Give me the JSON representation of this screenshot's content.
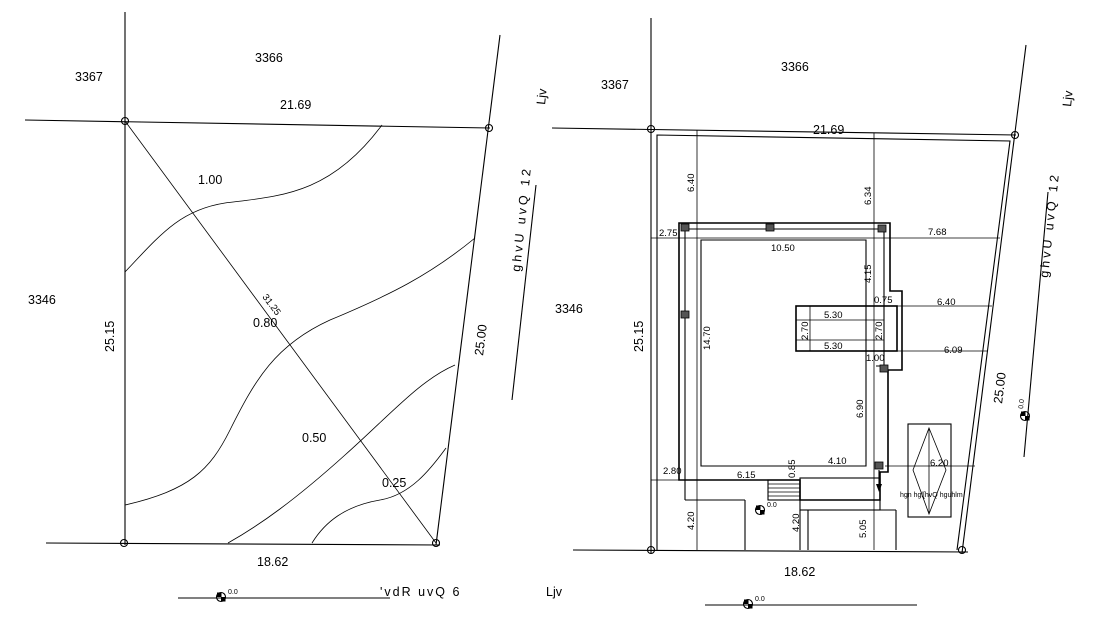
{
  "left_plan": {
    "parcel_north": "3366",
    "parcel_northwest": "3367",
    "parcel_west": "3346",
    "dim_north": "21.69",
    "dim_west": "25.15",
    "dim_east": "25.00",
    "dim_south": "18.62",
    "dim_diagonal": "31.25",
    "contour_1": "1.00",
    "contour_2": "0.80",
    "contour_3": "0.50",
    "contour_4": "0.25",
    "road_east_label": "ghvU uvQ 12",
    "road_east_suffix": "Ljv",
    "road_south_label": "'vdR uvQ 6",
    "road_south_suffix": "Ljv",
    "level_marker": "0.0"
  },
  "right_plan": {
    "parcel_north": "3366",
    "parcel_northwest": "3367",
    "parcel_west": "3346",
    "dim_north": "21.69",
    "dim_west": "25.15",
    "dim_east": "25.00",
    "dim_south": "18.62",
    "road_east_label": "ghvU uvQ 12",
    "road_east_suffix": "Ljv",
    "level_marker_south": "0.0",
    "level_marker_east": "0.0",
    "level_marker_gate": "0.0",
    "dims": {
      "d_6_40": "6.40",
      "d_6_34": "6.34",
      "d_2_75": "2.75",
      "d_10_50": "10.50",
      "d_7_68": "7.68",
      "d_4_15": "4.15",
      "d_0_75": "0.75",
      "d_6_40b": "6.40",
      "d_5_30a": "5.30",
      "d_2_70a": "2.70",
      "d_2_70b": "2.70",
      "d_5_30b": "5.30",
      "d_1_00": "1.00",
      "d_6_09": "6.09",
      "d_14_70": "14.70",
      "d_6_90": "6.90",
      "d_2_80": "2.80",
      "d_6_15": "6.15",
      "d_0_85": "0.85",
      "d_4_10": "4.10",
      "d_6_20": "6.20",
      "d_4_20a": "4.20",
      "d_4_20b": "4.20",
      "d_5_05": "5.05"
    },
    "annex_label": "hgn hgl[hvQ hguhlm"
  }
}
